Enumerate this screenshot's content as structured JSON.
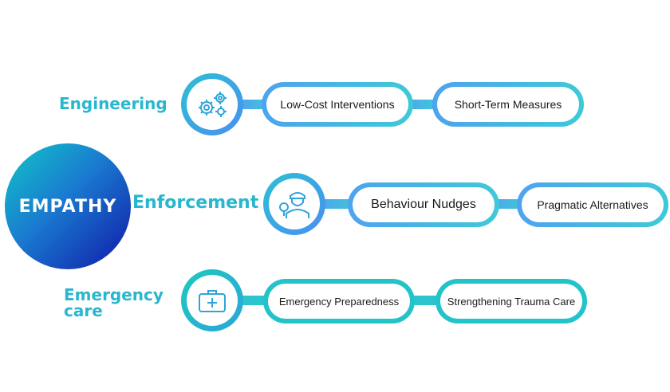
{
  "center": {
    "label": "EMPATHY"
  },
  "rows": [
    {
      "label": "Engineering",
      "icon": "gears-icon",
      "items": [
        "Low-Cost Interventions",
        "Short-Term Measures"
      ]
    },
    {
      "label": "Enforcement",
      "icon": "traffic-officer-icon",
      "items": [
        "Behaviour Nudges",
        "Pragmatic Alternatives"
      ]
    },
    {
      "label_lines": [
        "Emergency",
        "care"
      ],
      "icon": "first-aid-kit-icon",
      "items": [
        "Emergency Preparedness",
        "Strengthening Trauma Care"
      ]
    }
  ],
  "colors": {
    "label": "#29b6cf",
    "circle_gradient": [
      "#11c6c8",
      "#1a7ad0",
      "#1018a8"
    ],
    "connector_blue": "#4fa3ee",
    "connector_teal": "#3ec9d8"
  }
}
